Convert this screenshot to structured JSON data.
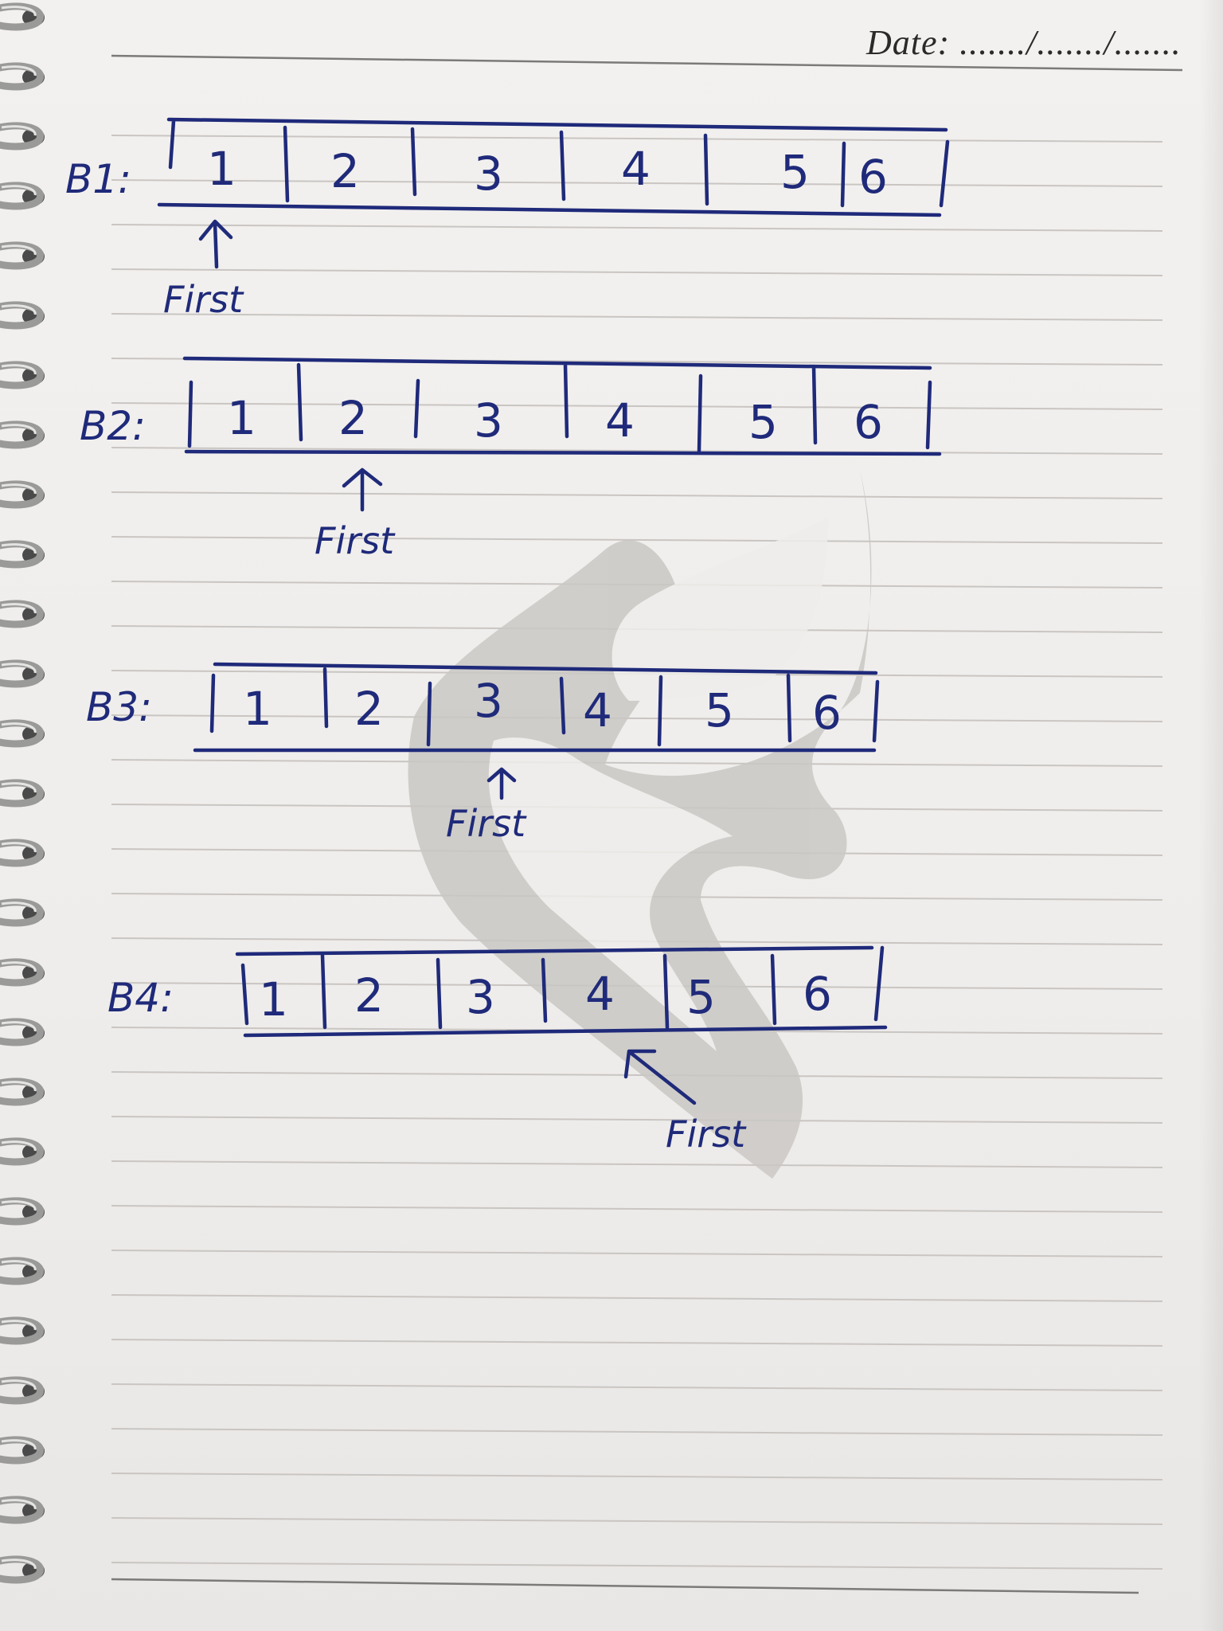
{
  "header": {
    "date_text": "Date: ......./......./......."
  },
  "rows": [
    {
      "label": "B1:",
      "cells": [
        "1",
        "2",
        "3",
        "4",
        "5",
        "6"
      ],
      "pointer_label": "First",
      "pointer_cell_index": 0
    },
    {
      "label": "B2:",
      "cells": [
        "1",
        "2",
        "3",
        "4",
        "5",
        "6"
      ],
      "pointer_label": "First",
      "pointer_cell_index": 1
    },
    {
      "label": "B3:",
      "cells": [
        "1",
        "2",
        "3",
        "4",
        "5",
        "6"
      ],
      "pointer_label": "First",
      "pointer_cell_index": 2
    },
    {
      "label": "B4:",
      "cells": [
        "1",
        "2",
        "3",
        "4",
        "5",
        "6"
      ],
      "pointer_label": "First",
      "pointer_cell_index": 3
    }
  ],
  "colors": {
    "ink": "#1f2a7a",
    "ruled_line": "#c9c5c2",
    "watermark": "#c6c4c0",
    "paper": "#f1efed"
  },
  "icons": [
    "spiral-binding-icon",
    "watermark-logo-icon",
    "up-arrow-icon"
  ]
}
